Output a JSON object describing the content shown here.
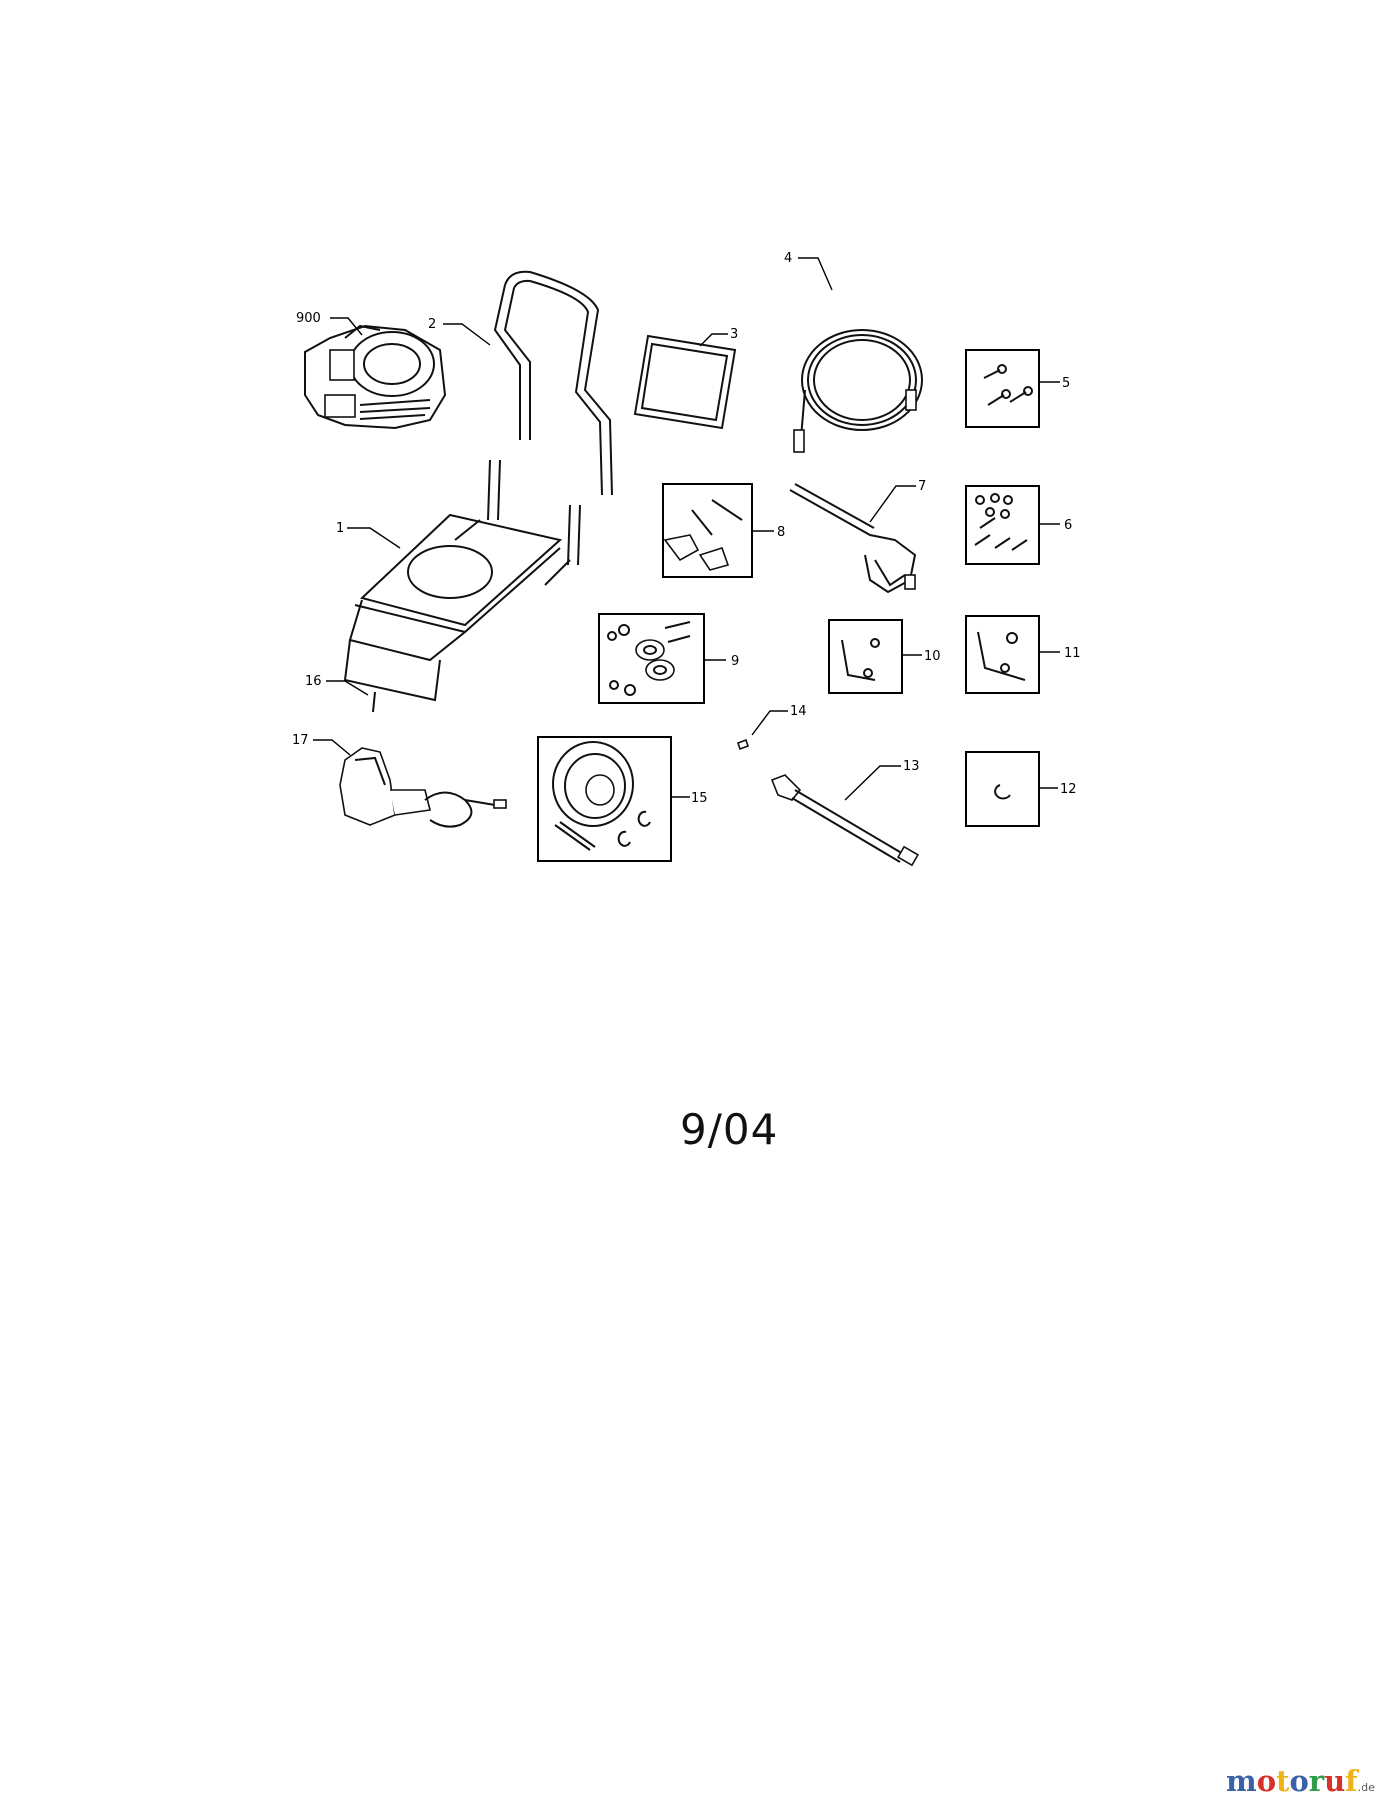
{
  "diagram": {
    "callouts": [
      "900",
      "2",
      "3",
      "4",
      "5",
      "1",
      "8",
      "7",
      "6",
      "9",
      "10",
      "11",
      "16",
      "14",
      "17",
      "15",
      "13",
      "12"
    ]
  },
  "date_code": "9/04",
  "watermark": {
    "letters": [
      {
        "char": "m",
        "color": "#3a62a8"
      },
      {
        "char": "o",
        "color": "#d6312b"
      },
      {
        "char": "t",
        "color": "#f0b21a"
      },
      {
        "char": "o",
        "color": "#3a62a8"
      },
      {
        "char": "r",
        "color": "#2f9c46"
      },
      {
        "char": "u",
        "color": "#d6312b"
      },
      {
        "char": "f",
        "color": "#f0b21a"
      }
    ],
    "suffix": ".de"
  }
}
